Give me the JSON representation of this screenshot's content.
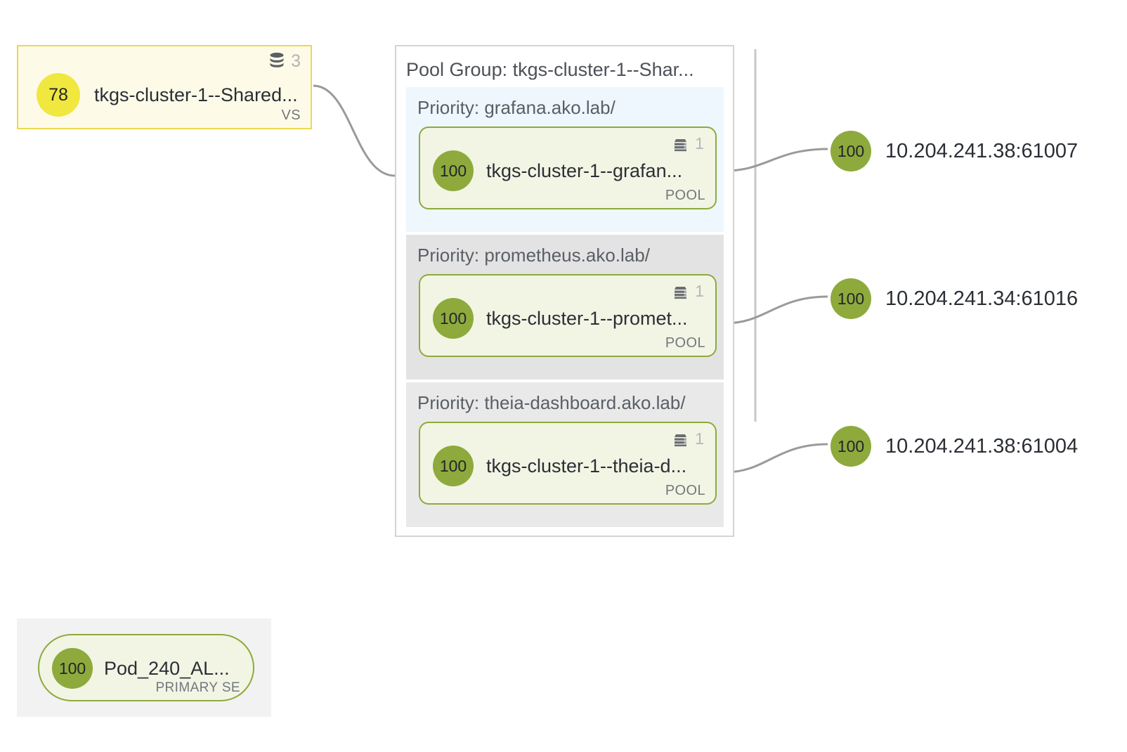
{
  "virtual_service": {
    "score": "78",
    "name": "tkgs-cluster-1--Shared...",
    "type_label": "VS",
    "child_count": "3",
    "icon": "database-stack-icon",
    "colors": {
      "fill": "#fdfbe8",
      "border": "#ebd94e",
      "badge": "#f0e73f"
    }
  },
  "pool_group": {
    "title": "Pool Group: tkgs-cluster-1--Shar...",
    "priorities": [
      {
        "label": "Priority: grafana.ako.lab/",
        "highlighted": true,
        "pool": {
          "score": "100",
          "name": "tkgs-cluster-1--grafan...",
          "type_label": "POOL",
          "server_count": "1",
          "icon": "server-rack-icon"
        }
      },
      {
        "label": "Priority: prometheus.ako.lab/",
        "highlighted": false,
        "pool": {
          "score": "100",
          "name": "tkgs-cluster-1--promet...",
          "type_label": "POOL",
          "server_count": "1",
          "icon": "server-rack-icon"
        }
      },
      {
        "label": "Priority: theia-dashboard.ako.lab/",
        "highlighted": false,
        "pool": {
          "score": "100",
          "name": "tkgs-cluster-1--theia-d...",
          "type_label": "POOL",
          "server_count": "1",
          "icon": "server-rack-icon"
        }
      }
    ]
  },
  "servers": [
    {
      "score": "100",
      "address": "10.204.241.38:61007"
    },
    {
      "score": "100",
      "address": "10.204.241.34:61016"
    },
    {
      "score": "100",
      "address": "10.204.241.38:61004"
    }
  ],
  "service_engine": {
    "score": "100",
    "name": "Pod_240_AL...",
    "type_label": "PRIMARY SE",
    "colors": {
      "fill": "#f2f5e4",
      "border": "#8eaa3c",
      "backdrop": "#f2f2f2"
    }
  },
  "palette": {
    "green_badge": "#8eaa3c",
    "yellow_badge": "#f0e73f",
    "edge_line": "#9a9a9a",
    "priority_highlight": "#eef7fd",
    "priority_default": "#e3e3e3"
  }
}
